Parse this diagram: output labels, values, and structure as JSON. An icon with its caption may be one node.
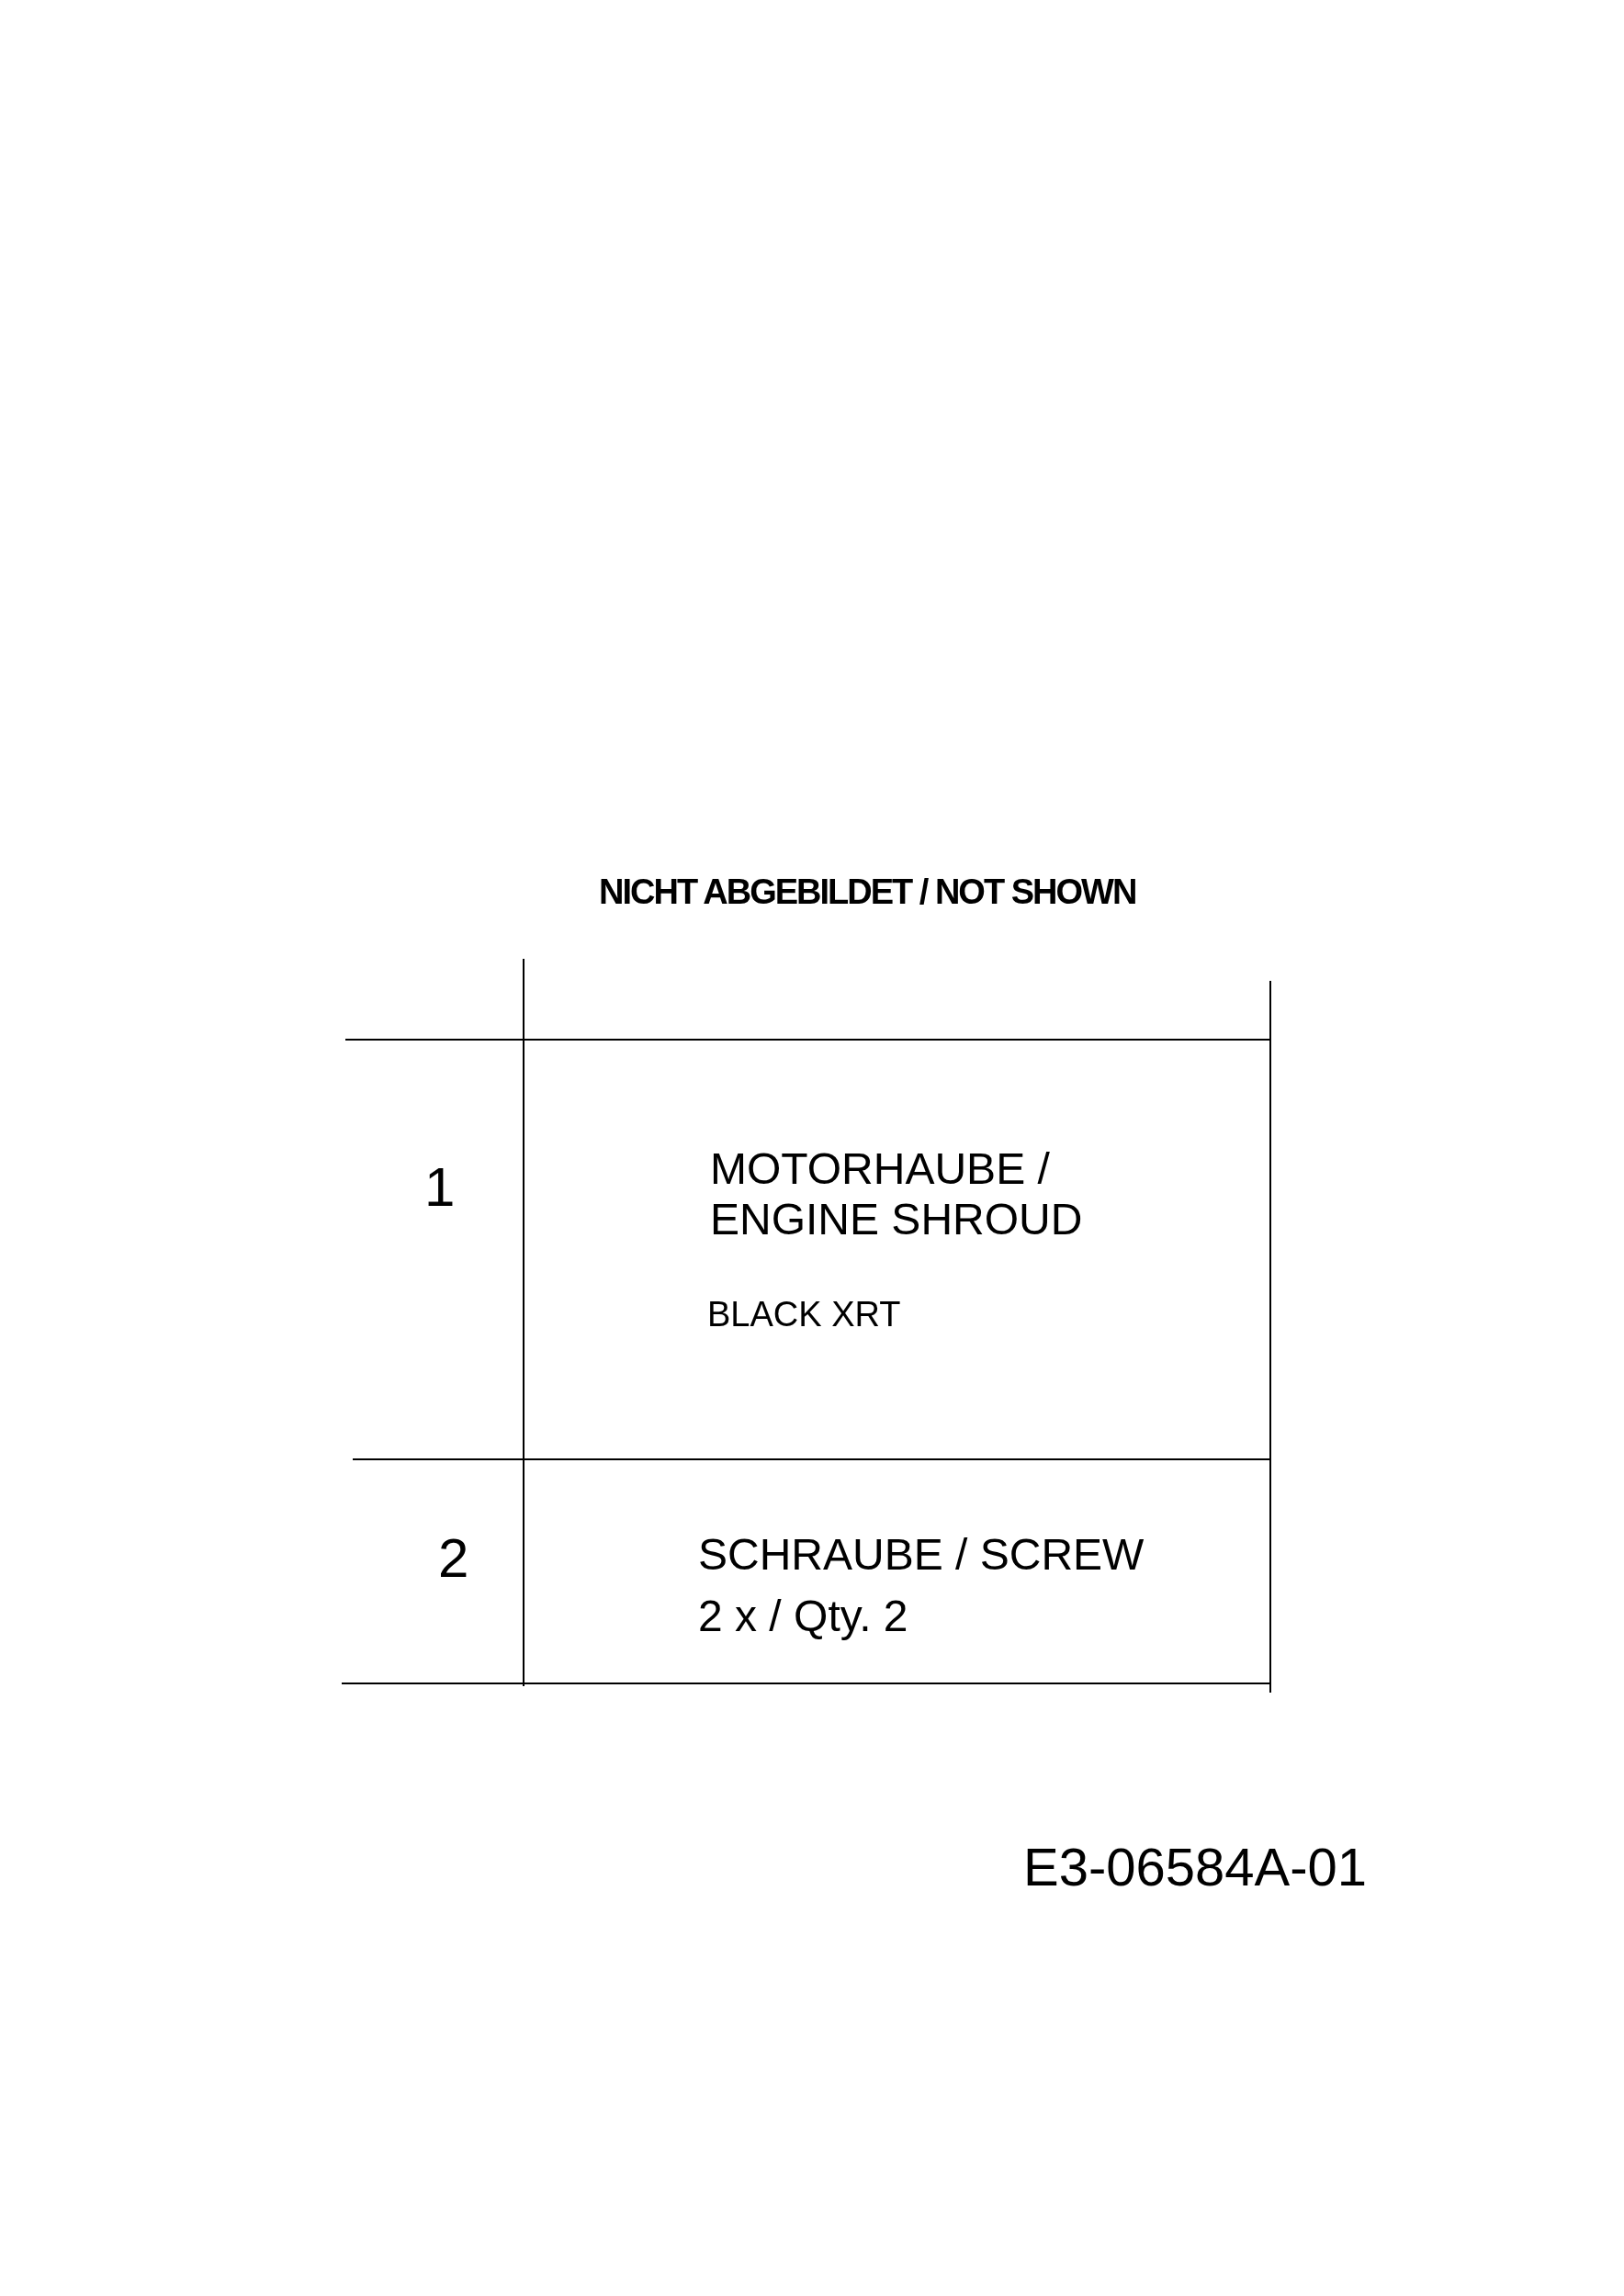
{
  "diagram": {
    "title": "NICHT ABGEBILDET / NOT SHOWN",
    "labels": [
      "1",
      "MOTORHAUBE / ENGINE SHROUD",
      "BLACK XRT",
      "2",
      "SCHRAUBE / SCREW",
      "2 x / Qty. 2",
      "E3-06584A-01"
    ]
  }
}
